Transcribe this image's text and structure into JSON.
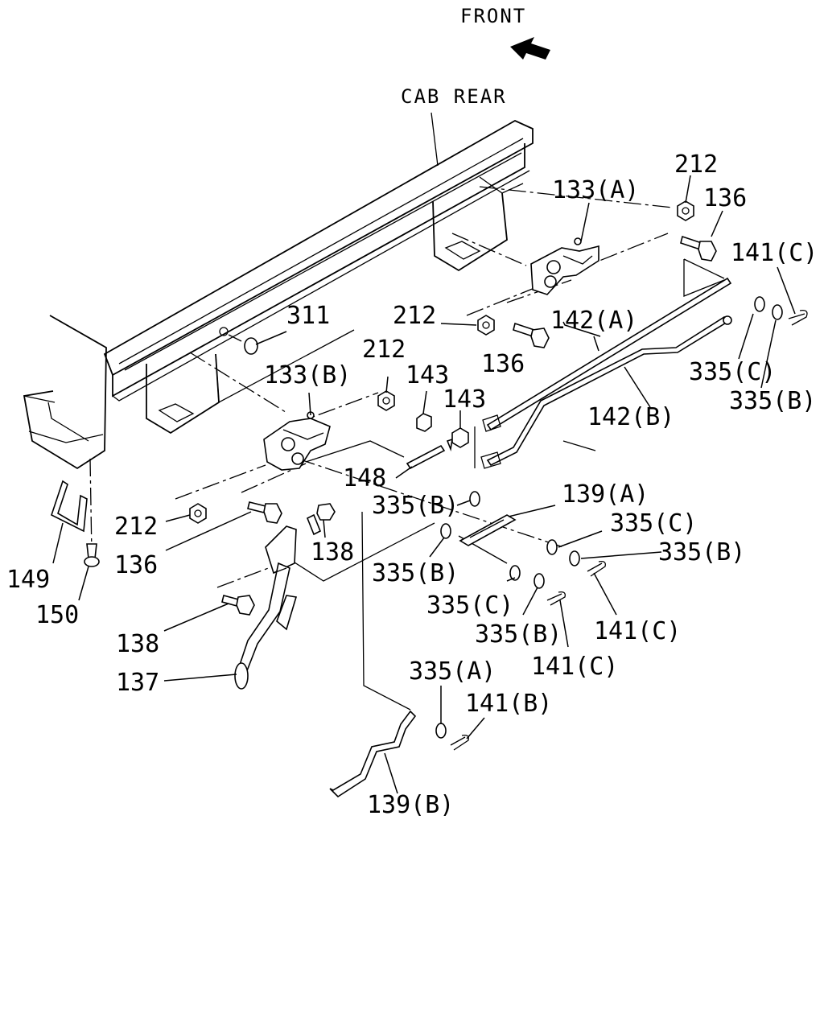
{
  "header": {
    "front_label": "FRONT",
    "cab_rear_label": "CAB REAR"
  },
  "icons": {
    "front_arrow": "arrow-left-icon"
  },
  "callouts": [
    {
      "id": "c-212-top",
      "text": "212"
    },
    {
      "id": "c-133a",
      "text": "133(A)"
    },
    {
      "id": "c-136-top",
      "text": "136"
    },
    {
      "id": "c-141c-top",
      "text": "141(C)"
    },
    {
      "id": "c-311",
      "text": "311"
    },
    {
      "id": "c-212-mid",
      "text": "212"
    },
    {
      "id": "c-142a",
      "text": "142(A)"
    },
    {
      "id": "c-136-mid",
      "text": "136"
    },
    {
      "id": "c-335c-top",
      "text": "335(C)"
    },
    {
      "id": "c-335b-top",
      "text": "335(B)"
    },
    {
      "id": "c-133b",
      "text": "133(B)"
    },
    {
      "id": "c-212-b",
      "text": "212"
    },
    {
      "id": "c-143-a",
      "text": "143"
    },
    {
      "id": "c-143-b",
      "text": "143"
    },
    {
      "id": "c-142b",
      "text": "142(B)"
    },
    {
      "id": "c-148",
      "text": "148"
    },
    {
      "id": "c-335b-1",
      "text": "335(B)"
    },
    {
      "id": "c-139a",
      "text": "139(A)"
    },
    {
      "id": "c-335c-1",
      "text": "335(C)"
    },
    {
      "id": "c-335b-2",
      "text": "335(B)"
    },
    {
      "id": "c-212-low",
      "text": "212"
    },
    {
      "id": "c-138-a",
      "text": "138"
    },
    {
      "id": "c-136-low",
      "text": "136"
    },
    {
      "id": "c-335b-3",
      "text": "335(B)"
    },
    {
      "id": "c-149",
      "text": "149"
    },
    {
      "id": "c-150",
      "text": "150"
    },
    {
      "id": "c-335c-2",
      "text": "335(C)"
    },
    {
      "id": "c-141c-1",
      "text": "141(C)"
    },
    {
      "id": "c-335b-4",
      "text": "335(B)"
    },
    {
      "id": "c-138-b",
      "text": "138"
    },
    {
      "id": "c-141c-2",
      "text": "141(C)"
    },
    {
      "id": "c-137",
      "text": "137"
    },
    {
      "id": "c-335a",
      "text": "335(A)"
    },
    {
      "id": "c-141b",
      "text": "141(B)"
    },
    {
      "id": "c-139b",
      "text": "139(B)"
    }
  ]
}
